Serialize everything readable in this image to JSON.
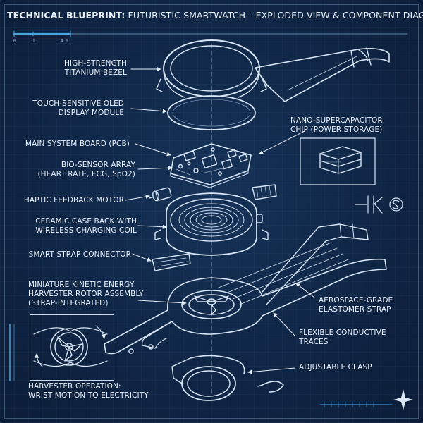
{
  "title": {
    "main": "TECHNICAL BLUEPRINT:",
    "rest": "FUTURISTIC SMARTWATCH – EXPLODED VIEW & COMPONENT DIAGRAM"
  },
  "scale_bar": {
    "start": "0",
    "one": "1",
    "end": "4 m"
  },
  "labels": {
    "bezel": "HIGH-STRENGTH\nTITANIUM BEZEL",
    "display": "TOUCH-SENSITIVE OLED\nDISPLAY MODULE",
    "pcb": "MAIN SYSTEM BOARD (PCB)",
    "biosensor": "BIO-SENSOR ARRAY\n(HEART RATE, ECG, SpO2)",
    "haptic": "HAPTIC FEEDBACK MOTOR",
    "caseback": "CERAMIC CASE BACK WITH\nWIRELESS CHARGING COIL",
    "connector": "SMART STRAP CONNECTOR",
    "kinetic": "MINIATURE KINETIC ENERGY\nHARVESTER ROTOR ASSEMBLY\n(STRAP-INTEGRATED)",
    "harvester_op": "HARVESTER OPERATION:\nWRIST MOTION TO ELECTRICITY",
    "supercap": "NANO-SUPERCAPACITOR\nCHIP (POWER STORAGE)",
    "strap": "AEROSPACE-GRADE\nELASTOMER STRAP",
    "traces": "FLEXIBLE CONDUCTIVE\nTRACES",
    "clasp": "ADJUSTABLE CLASP"
  },
  "colors": {
    "background": "#0f2544",
    "line": "#d7e6f5",
    "accent": "#4aa3df"
  }
}
